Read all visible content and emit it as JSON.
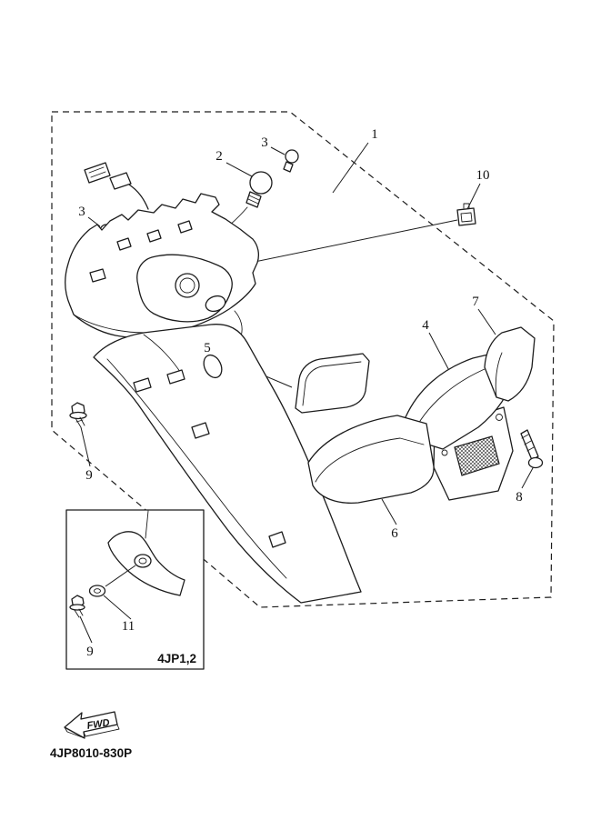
{
  "diagram": {
    "code": "4JP8010-830P",
    "inset_code": "4JP1,2",
    "fwd_label": "FWD",
    "callouts": {
      "c1": "1",
      "c2": "2",
      "c3_upper": "3",
      "c3_left": "3",
      "c4": "4",
      "c5": "5",
      "c6": "6",
      "c7": "7",
      "c8": "8",
      "c9_left": "9",
      "c9_inset": "9",
      "c10": "10",
      "c11": "11"
    }
  }
}
